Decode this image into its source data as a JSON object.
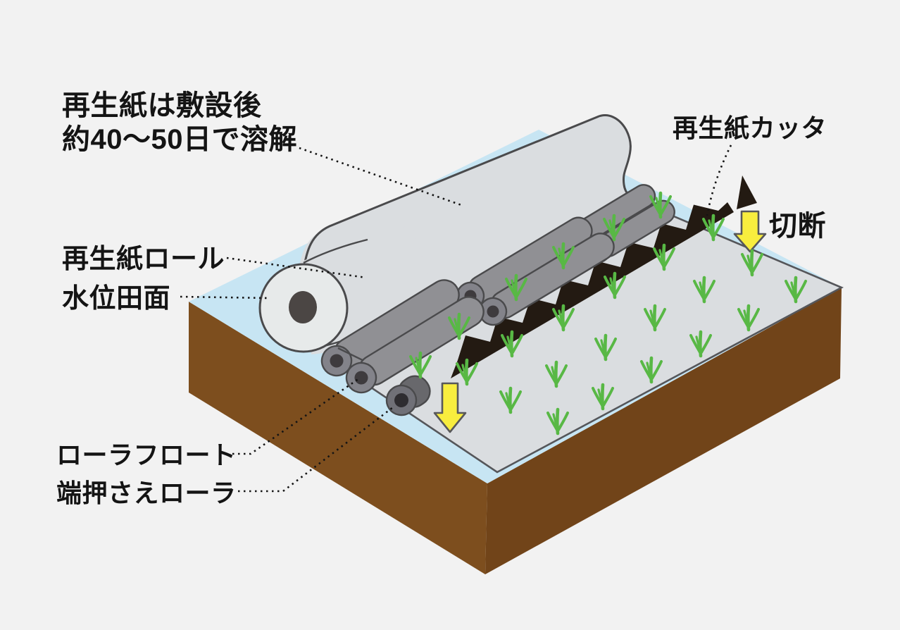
{
  "figure": {
    "kind": "isometric paddy-field diagram of recycled-paper mulch laying"
  },
  "labels": {
    "dissolve_line1": "再生紙は敷設後",
    "dissolve_line2": "約40〜50日で溶解",
    "cutter": "再生紙カッタ",
    "cut": "切断",
    "paper_roll": "再生紙ロール",
    "water_level": "水位田面",
    "roller_float": "ローラフロート",
    "edge_roller": "端押さえローラ"
  },
  "icons": {
    "cut_direction_arrow": "down-arrow",
    "cut_direction_arrow_count": 2
  },
  "seedlings": {
    "count": 24,
    "color": "#58b845"
  },
  "palette": {
    "bg": "#f2f2f2",
    "water": "#c7e5f3",
    "paper": "#dadde0",
    "paper_light": "#e7eaea",
    "soil_left": "#7d4e1e",
    "soil_right": "#714419",
    "outline": "#4a4a4c",
    "edge": "#55565a",
    "roller_body": "#909094",
    "roller_cap": "#83838a",
    "roller_core": "#3e3b3e",
    "droller_body": "#68686c",
    "droller_cap": "#707077",
    "droller_core": "#2e2c30",
    "roll_core": "#4b4644",
    "cutter": "#231a12",
    "arrow_fill": "#f8ed3e",
    "arrow_stroke": "#57575a",
    "green": "#58b845",
    "ink": "#141414"
  }
}
